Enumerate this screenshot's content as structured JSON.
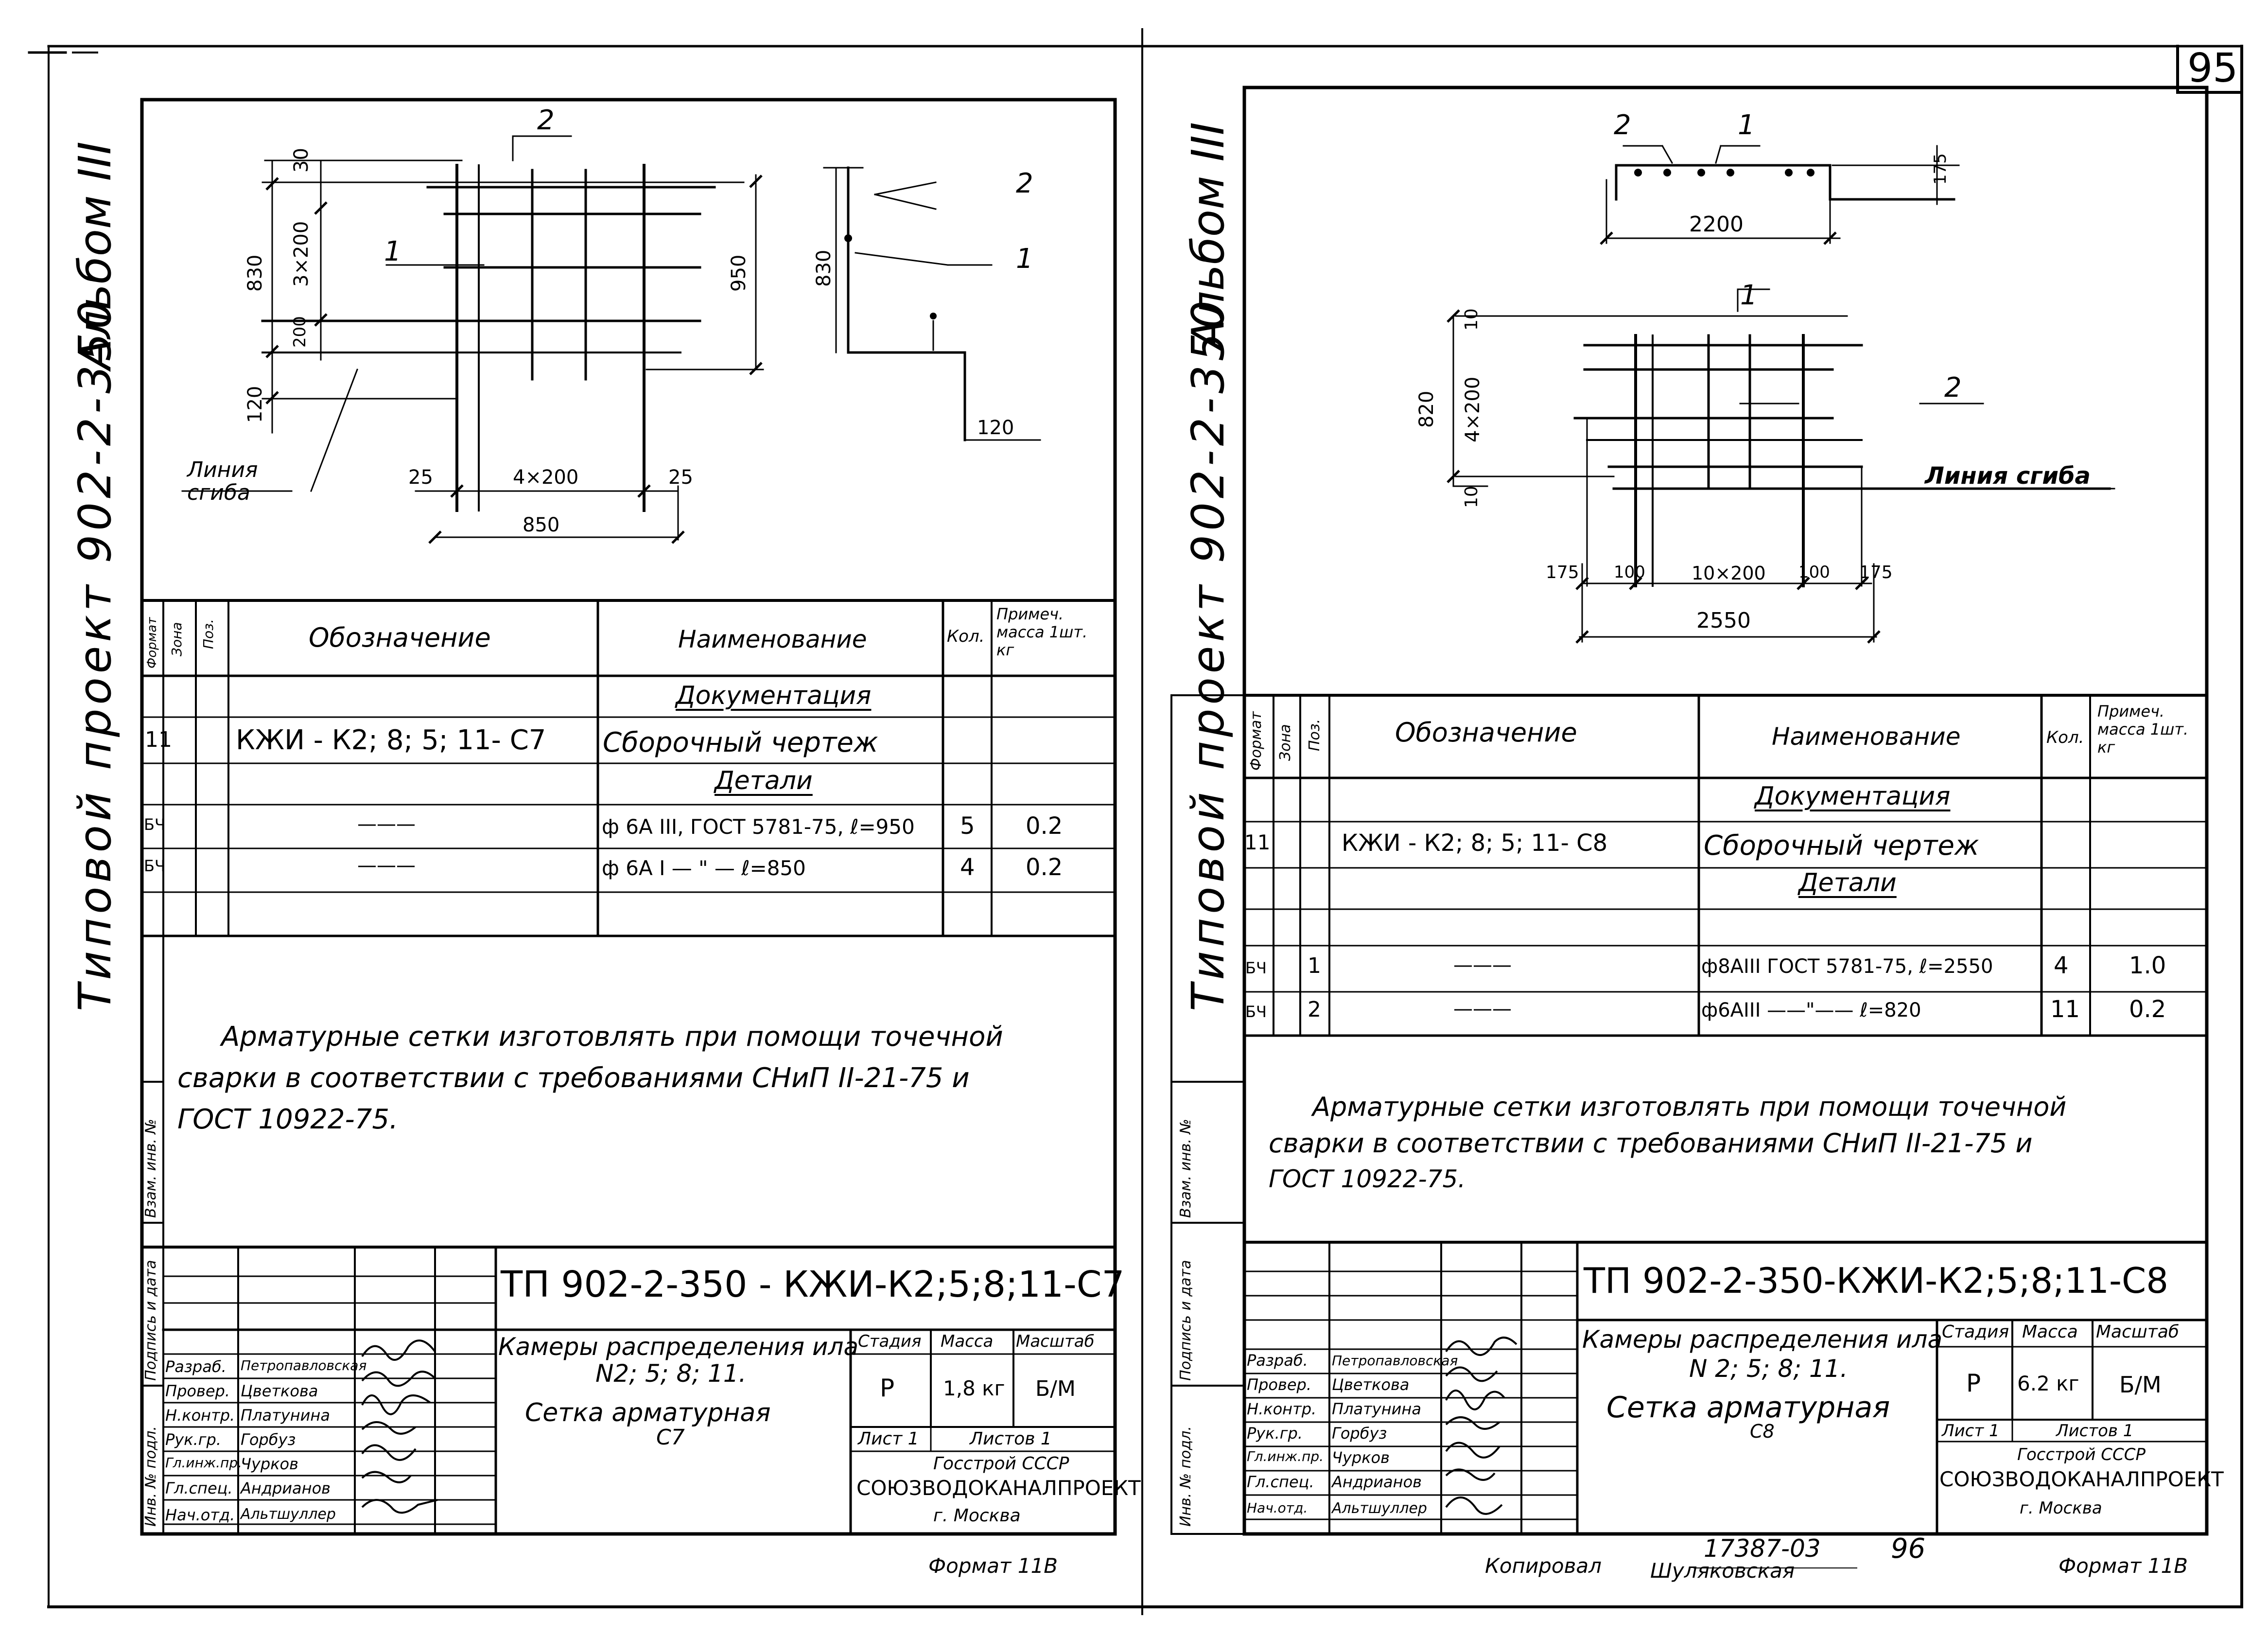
{
  "page_number": "95",
  "left": {
    "side_labels": {
      "album": "Альбом III",
      "project": "Типовой проект 902-2-350"
    },
    "drawing": {
      "dims": [
        "30",
        "3×200",
        "830",
        "200",
        "120",
        "950",
        "25",
        "4×200",
        "25",
        "850",
        "830",
        "120"
      ],
      "callouts": [
        "2",
        "1",
        "2",
        "1"
      ],
      "bend_line_1": "Линия",
      "bend_line_2": "сгиба"
    },
    "spec": {
      "headers": {
        "format": "Формат",
        "zone": "Зона",
        "pos": "Поз.",
        "designation": "Обозначение",
        "name": "Наименование",
        "qty": "Кол.",
        "note": "Примеч. масса 1шт. кг"
      },
      "section_docs": "Документация",
      "doc_row": {
        "format": "11",
        "designation": "КЖИ - К2; 8; 5; 11- С7",
        "name": "Сборочный чертеж"
      },
      "section_parts": "Детали",
      "rows": [
        {
          "format": "БЧ",
          "designation": "———",
          "name": "ф 6А III, ГОСТ 5781-75, ℓ=950",
          "qty": "5",
          "mass": "0.2"
        },
        {
          "format": "БЧ",
          "designation": "———",
          "name": "ф 6А I  — \" —  ℓ=850",
          "qty": "4",
          "mass": "0.2"
        }
      ]
    },
    "note": [
      "Арматурные сетки изготовлять при помощи точечной",
      "сварки в соответствии с требованиями СНиП II-21-75 и",
      "ГОСТ 10922-75."
    ],
    "margin_labels": [
      "Взам. инв. №",
      "Подпись и дата",
      "Инв. № подл."
    ],
    "title_block": {
      "code": "ТП 902-2-350 - КЖИ-К2;5;8;11-С7",
      "title_1": "Камеры распределения ила",
      "title_2": "N2; 5; 8; 11.",
      "title_3": "Сетка арматурная",
      "title_4": "С7",
      "stage_h": "Стадия",
      "mass_h": "Масса",
      "scale_h": "Масштаб",
      "stage": "Р",
      "mass": "1,8 кг",
      "scale": "Б/М",
      "sheet": "Лист 1",
      "sheets": "Листов 1",
      "org_1": "Госстрой СССР",
      "org_2": "СОЮЗВОДОКАНАЛПРОЕКТ",
      "org_3": "г. Москва",
      "people": [
        {
          "role": "Разраб.",
          "name": "Петропавловская"
        },
        {
          "role": "Провер.",
          "name": "Цветкова"
        },
        {
          "role": "Н.контр.",
          "name": "Платунина"
        },
        {
          "role": "Рук.гр.",
          "name": "Горбуз"
        },
        {
          "role": "Гл.инж.пр.",
          "name": "Чурков"
        },
        {
          "role": "Гл.спец.",
          "name": "Андрианов"
        },
        {
          "role": "Нач.отд.",
          "name": "Альтшуллер"
        }
      ]
    },
    "format": "Формат 11В"
  },
  "right": {
    "side_labels": {
      "album": "Альбом III",
      "project": "Типовой проект 902-2-350"
    },
    "drawing": {
      "dims": [
        "175",
        "2200",
        "10",
        "4×200",
        "820",
        "10",
        "175",
        "100",
        "10×200",
        "100",
        "175",
        "2550"
      ],
      "callouts": [
        "2",
        "1",
        "1",
        "2"
      ],
      "bend_line": "Линия сгиба"
    },
    "spec": {
      "headers": {
        "format": "Формат",
        "zone": "Зона",
        "pos": "Поз.",
        "designation": "Обозначение",
        "name": "Наименование",
        "qty": "Кол.",
        "note": "Примеч. масса 1шт. кг"
      },
      "section_docs": "Документация",
      "doc_row": {
        "format": "11",
        "designation": "КЖИ - К2; 8; 5; 11- С8",
        "name": "Сборочный чертеж"
      },
      "section_parts": "Детали",
      "rows": [
        {
          "format": "БЧ",
          "pos": "1",
          "designation": "———",
          "name": "ф8АIII ГОСТ 5781-75, ℓ=2550",
          "qty": "4",
          "mass": "1.0"
        },
        {
          "format": "БЧ",
          "pos": "2",
          "designation": "———",
          "name": "ф6АIII ——\"—— ℓ=820",
          "qty": "11",
          "mass": "0.2"
        }
      ]
    },
    "note": [
      "Арматурные сетки изготовлять при помощи точечной",
      "сварки в соответствии с требованиями СНиП II-21-75 и",
      "ГОСТ 10922-75."
    ],
    "margin_labels": [
      "Взам. инв. №",
      "Подпись и дата",
      "Инв. № подл."
    ],
    "title_block": {
      "code": "ТП 902-2-350-КЖИ-К2;5;8;11-С8",
      "title_1": "Камеры распределения ила",
      "title_2": "N 2; 5; 8; 11.",
      "title_3": "Сетка арматурная",
      "title_4": "С8",
      "stage_h": "Стадия",
      "mass_h": "Масса",
      "scale_h": "Масштаб",
      "stage": "Р",
      "mass": "6.2 кг",
      "scale": "Б/М",
      "sheet": "Лист 1",
      "sheets": "Листов 1",
      "org_1": "Госстрой СССР",
      "org_2": "СОЮЗВОДОКАНАЛПРОЕКТ",
      "org_3": "г. Москва",
      "people": [
        {
          "role": "Разраб.",
          "name": "Петропавловская"
        },
        {
          "role": "Провер.",
          "name": "Цветкова"
        },
        {
          "role": "Н.контр.",
          "name": "Платунина"
        },
        {
          "role": "Рук.гр.",
          "name": "Горбуз"
        },
        {
          "role": "Гл.инж.пр.",
          "name": "Чурков"
        },
        {
          "role": "Гл.спец.",
          "name": "Андрианов"
        },
        {
          "role": "Нач.отд.",
          "name": "Альтшуллер"
        }
      ]
    },
    "copy_number": "17387-03",
    "copy_sheet": "96",
    "copied_label": "Копировал",
    "copied_name": "Шуляковская",
    "format": "Формат 11В"
  }
}
